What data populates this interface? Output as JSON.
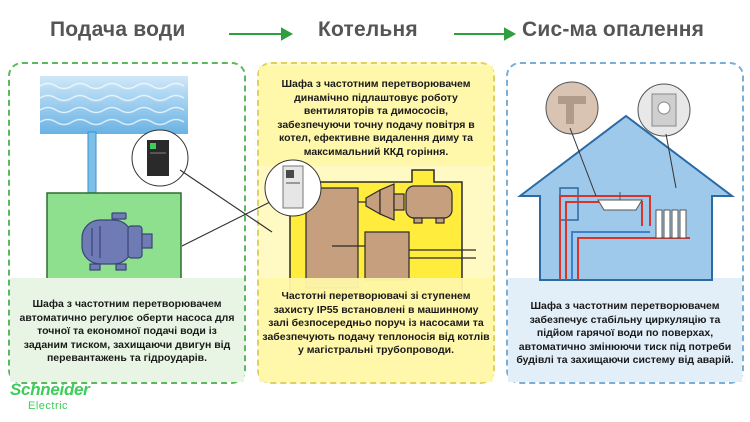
{
  "headings": {
    "water": "Подача води",
    "boiler": "Котельня",
    "heating": "Сис-ма опалення"
  },
  "texts": {
    "boiler_top": "Шафа з частотним перетворювачем динамічно підлаштовує роботу вентиляторів та димососів, забезпечуючи точну подачу повітря в котел, ефективне видалення диму та максимальний ККД горіння.",
    "water": "Шафа з частотним перетворювачем автоматично регулює оберти насоса для точної та економної подачі води із заданим тиском, захищаючи двигун від перевантажень та гідроударів.",
    "boiler_bottom": "Частотні перетворювачі зі ступенем захисту IP55 встановлені в машинному залі безпосередньо поруч із насосами та забезпечують подачу теплоносія від котлів у магістральні трубопроводи.",
    "heating": "Шафа з частотним перетворювачем забезпечує стабільну циркуляцію та підйом гарячої води по поверхах, автоматично змінюючи тиск під потреби будівлі та захищаючи систему від аварій."
  },
  "logo": {
    "name": "Schneider",
    "sub": "Electric"
  },
  "colors": {
    "green_panel": "#e8f5e4",
    "green_border": "#5cb85c",
    "yellow_panel": "#fff8b3",
    "yellow_border": "#e0d060",
    "blue_panel": "#e2eef8",
    "blue_border": "#7aaed6",
    "accent_green": "#2e9e3e",
    "brand": "#3dcd58"
  }
}
